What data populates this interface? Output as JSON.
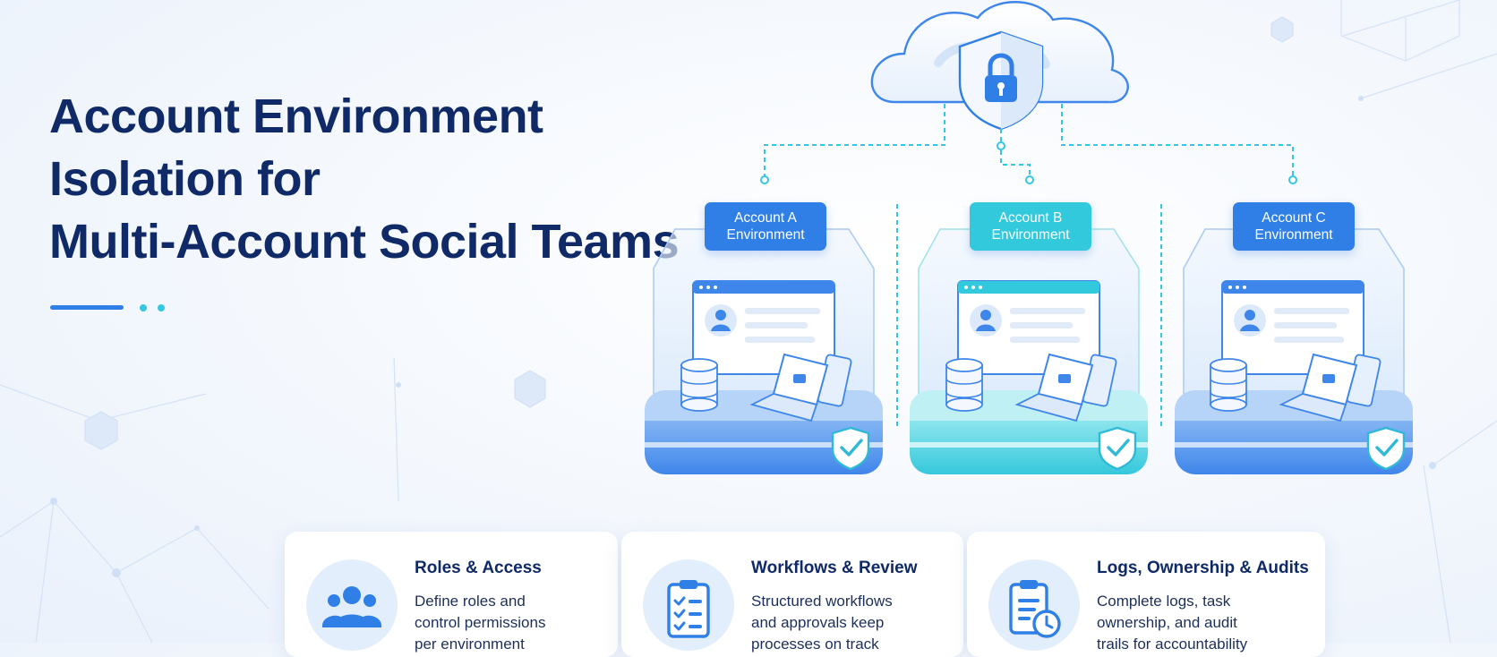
{
  "title": {
    "lines": [
      "Account Environment",
      "Isolation for",
      "Multi-Account Social Teams"
    ]
  },
  "environments": [
    {
      "line1": "Account A",
      "line2": "Environment",
      "accent": "#2f7fe6"
    },
    {
      "line1": "Account B",
      "line2": "Environment",
      "accent": "#33c9dc"
    },
    {
      "line1": "Account C",
      "line2": "Environment",
      "accent": "#2f7fe6"
    }
  ],
  "cards": [
    {
      "title": "Roles & Access",
      "desc": [
        "Define roles and",
        "control permissions",
        "per environment"
      ],
      "icon": "users-icon"
    },
    {
      "title": "Workflows & Review",
      "desc": [
        "Structured workflows",
        "and approvals keep",
        "processes on track"
      ],
      "icon": "clipboard-checklist-icon"
    },
    {
      "title": "Logs, Ownership & Audits",
      "desc": [
        "Complete logs, task",
        "ownership, and audit",
        "trails for accountability"
      ],
      "icon": "log-clock-icon"
    }
  ],
  "colors": {
    "title": "#0f2a66",
    "primary_blue": "#2f7fe6",
    "teal": "#33c9dc",
    "connector": "#34c6e2"
  }
}
